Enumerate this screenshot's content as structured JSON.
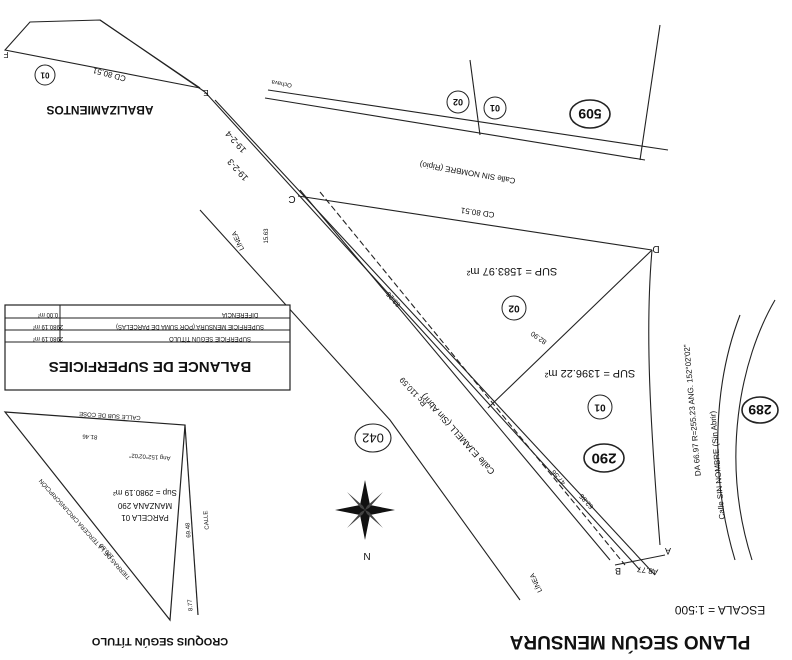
{
  "title": "PLANO SEGÚN MENSURA",
  "scale": "ESCALA = 1:500",
  "north_letter": "N",
  "balance": {
    "title": "BALANCE DE SUPERFICIES",
    "row1_label": "SUPERFICIE SEGÚN TÍTULO",
    "row1_value": "2980.19 m²",
    "row2_label": "SUPERFICIE MENSURA (POR SUMA DE PARCELAS)",
    "row2_value": "2980.19 m²",
    "row3_label": "DIFERENCIA",
    "row3_value": "0.00 m²"
  },
  "croquis": {
    "title": "CROQUIS SEGÚN TÍTULO",
    "parcel": "PARCELA 01",
    "manzana": "MANZANA 290",
    "sup": "Sup = 2980.19 m²",
    "street_calle": "CALLE",
    "street_bottom": "TIERRAS DE LA TERCERA CIRCUNSCRIPCIÓN",
    "street_top": "CALLE SUB DE COSE",
    "dim1": "120.66",
    "dim2": "69.48",
    "dim3": "81.46",
    "dim4": "8.77",
    "angle": "Ang 152°02'02\""
  },
  "abalizamientos": "ABALIZAMIENTOS",
  "parcels": {
    "p01_lower": "01",
    "p02_lower": "02",
    "p01_upper": "01",
    "p02_upper": "02",
    "p01_abal": "01"
  },
  "manzanas": {
    "m290": "290",
    "m289": "289",
    "m509": "509",
    "m042": "042"
  },
  "areas": {
    "sup02": "SUP = 1583.97 m²",
    "sup01": "SUP = 1396.22 m²"
  },
  "streets": {
    "calle_ejamell": "Calle EJAMELL (Sin Abrir)",
    "calle_sin_nombre_ripio": "Calle SIN NOMBRE (Ripio)",
    "calle_sin_nombre_sin_abrir": "Calle SIN NOMBRE (Sin Abrir)"
  },
  "curve": "DA 66.97 R=255.23 ANG. 152°02'02\"",
  "dims": {
    "d110_59": "Rc 110.59",
    "d83_25": "83.25",
    "d47_56": "47.56",
    "d62_85": "62.85",
    "d88_77": "A8.77",
    "cd80_51_mid": "CD 80.51",
    "cd80_51_top": "CD 80.51",
    "d19_2_3": "19-2-3",
    "d19_2_4": "19-2-4",
    "d82_90": "82.90",
    "d81_46": "81.46",
    "d15_63": "15.63"
  },
  "points": {
    "a": "A",
    "b": "B",
    "c": "C",
    "d": "D",
    "e": "E",
    "f": "F"
  },
  "margins": {
    "linea": "LÍNEA",
    "limite": "LÍNEA",
    "ochava": "Ochava"
  }
}
